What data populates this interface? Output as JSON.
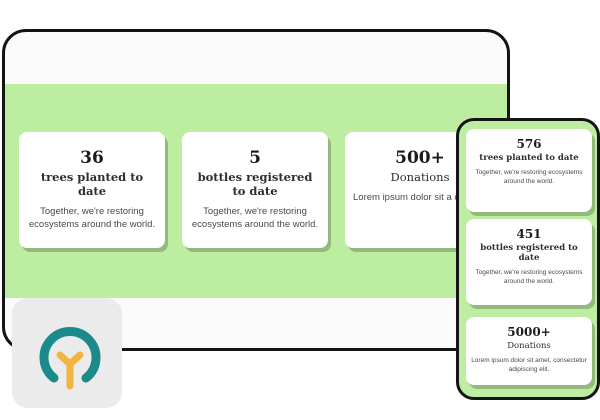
{
  "desktop": {
    "stats": [
      {
        "number": "36",
        "title": "trees planted to date",
        "description": "Together, we're restoring ecosystems around the world."
      },
      {
        "number": "5",
        "title": "bottles registered to date",
        "description": "Together, we're restoring ecosystems around the world."
      },
      {
        "number": "500+",
        "title": "Donations",
        "description": "Lorem ipsum dolor sit a consectetur adipiscing"
      }
    ]
  },
  "mobile": {
    "stats": [
      {
        "number": "576",
        "title": "trees planted to date",
        "description": "Together, we're restoring ecosystems around the world."
      },
      {
        "number": "451",
        "title": "bottles registered to date",
        "description": "Together, we're restoring ecosystems around the world."
      },
      {
        "number": "5000+",
        "title": "Donations",
        "description": "Lorem ipsum dolor sit amet, consectetur adipiscing elit."
      }
    ]
  },
  "colors": {
    "band": "#bdeda0",
    "logo_ring": "#1b8a8a",
    "logo_stem": "#f2b542"
  },
  "logo": {
    "icon": "tree-ring-logo-icon"
  }
}
